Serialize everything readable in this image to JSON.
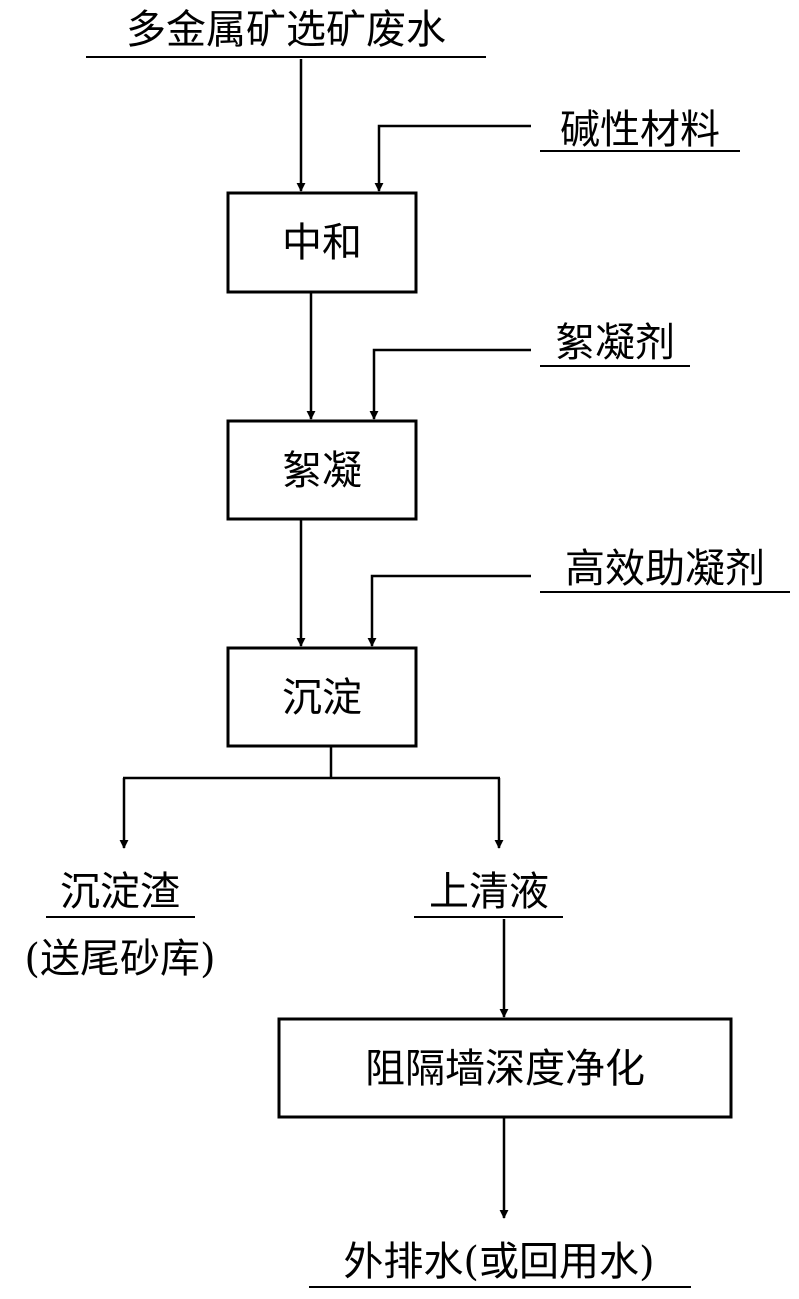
{
  "input": {
    "label": "多金属矿选矿废水",
    "underlined": true
  },
  "reagents": {
    "alkali": "碱性材料",
    "flocculant": "絮凝剂",
    "coagulant_aid": "高效助凝剂"
  },
  "steps": {
    "neutralize": "中和",
    "flocculate": "絮凝",
    "settle": "沉淀",
    "barrier": "阻隔墙深度净化"
  },
  "outputs": {
    "sludge": "沉淀渣",
    "sludge_note": "(送尾砂库)",
    "supernatant": "上清液",
    "discharge": "外排水(或回用水)"
  },
  "colors": {
    "stroke": "#000000",
    "background": "#ffffff"
  }
}
